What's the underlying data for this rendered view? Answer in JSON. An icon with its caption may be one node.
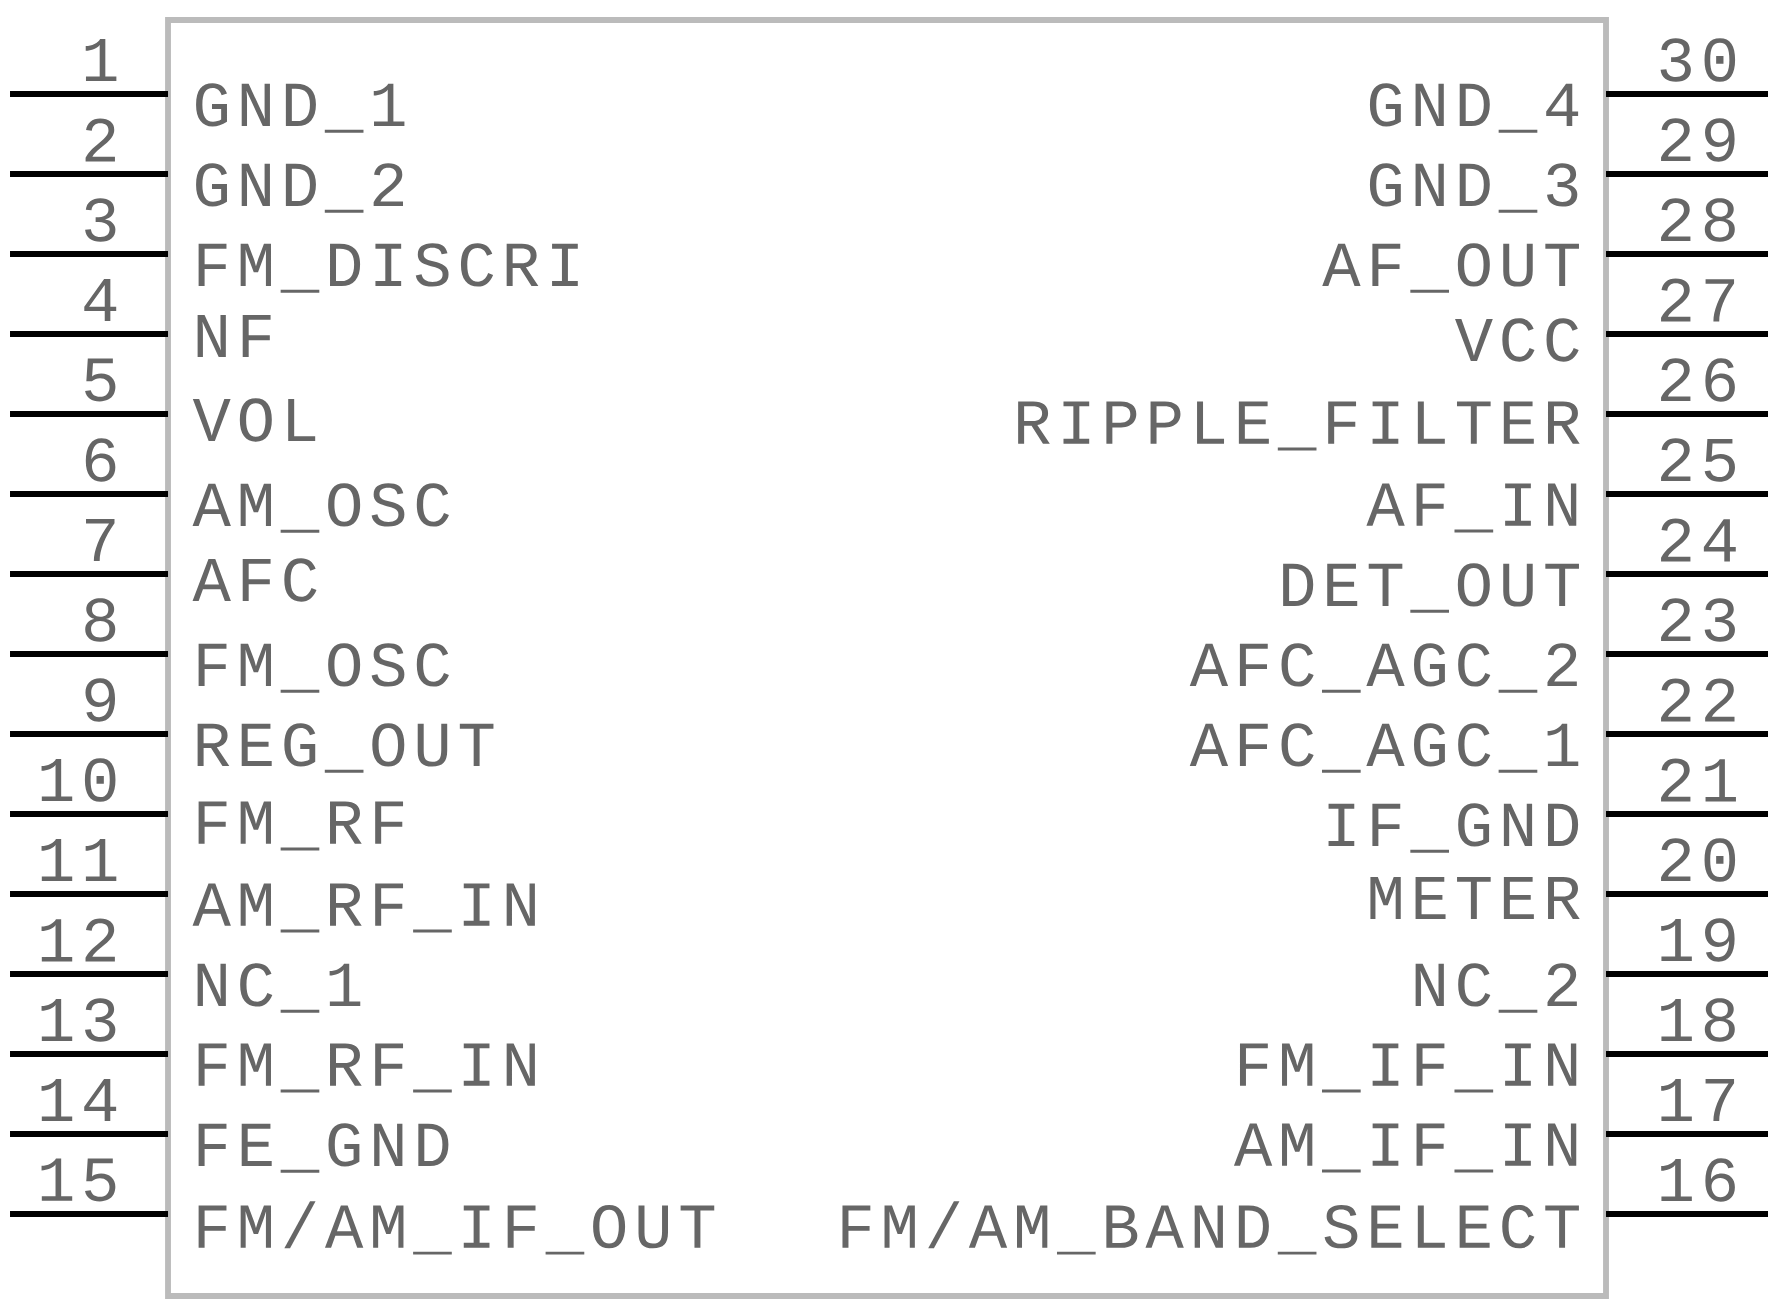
{
  "diagram": {
    "labels": [
      "1",
      "GND_1",
      "GND_4",
      "30",
      "2",
      "GND_2",
      "GND_3",
      "29",
      "3",
      "FM_DISCRI",
      "AF_OUT",
      "28",
      "4",
      "NF",
      "VCC",
      "27",
      "5",
      "VOL",
      "RIPPLE_FILTER",
      "26",
      "6",
      "AM_OSC",
      "AF_IN",
      "25",
      "7",
      "AFC",
      "DET_OUT",
      "24",
      "8",
      "FM_OSC",
      "AFC_AGC_2",
      "23",
      "9",
      "REG_OUT",
      "AFC_AGC_1",
      "22",
      "10",
      "FM_RF",
      "IF_GND",
      "21",
      "11",
      "AM_RF_IN",
      "METER",
      "20",
      "12",
      "NC_1",
      "NC_2",
      "19",
      "13",
      "FM_RF_IN",
      "FM_IF_IN",
      "18",
      "14",
      "FE_GND",
      "AM_IF_IN",
      "17",
      "15",
      "FM/AM_IF_OUT",
      "FM/AM_BAND_SELECT",
      "16"
    ]
  }
}
